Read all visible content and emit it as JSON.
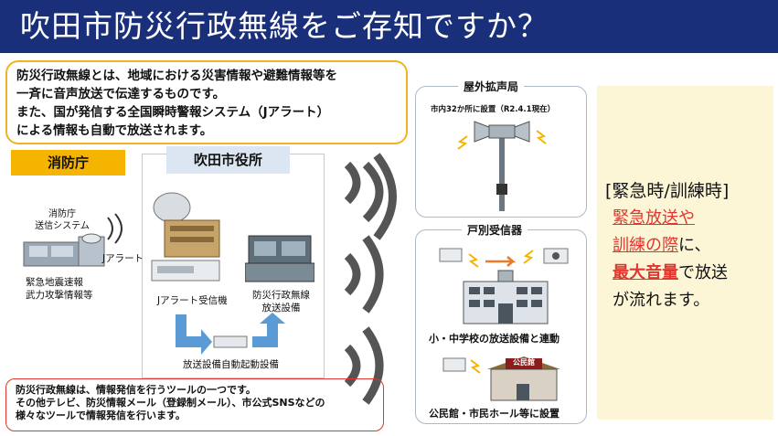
{
  "header": {
    "title": "吹田市防災行政無線をご存知ですか？"
  },
  "intro": {
    "line1": "防災行政無線とは、地域における災害情報や避難情報等を",
    "line2": "一斉に音声放送で伝達するものです。",
    "line3": "また、国が発信する全国瞬時警報システム（Jアラート）",
    "line4": "による情報も自動で放送されます。"
  },
  "fire_agency": {
    "label": "消防庁",
    "system_line1": "消防庁",
    "system_line2": "送信システム",
    "jalert": "Jアラート",
    "info_line1": "緊急地震速報",
    "info_line2": "武力攻撃情報等"
  },
  "city_office": {
    "label": "吹田市役所",
    "receiver": "Jアラート受信機",
    "equip_line1": "防災行政無線",
    "equip_line2": "放送設備",
    "auto_start": "放送設備自動起動設備"
  },
  "bottom_note": {
    "line1": "防災行政無線は、情報発信を行うツールの一つです。",
    "line2": "その他テレビ、防災情報メール（登録制メール）、市公式SNSなどの",
    "line3": "様々なツールで情報発信を行います。"
  },
  "outdoor": {
    "title": "屋外拡声局",
    "note": "市内32か所に設置（R2.4.1現在）"
  },
  "home": {
    "title": "戸別受信器",
    "school": "小・中学校の放送設備と連動",
    "hall_sign": "公民館",
    "hall": "公民館・市民ホール等に設置"
  },
  "emergency": {
    "line1": "[緊急時/訓練時]",
    "l2": "緊急放送や",
    "l3_red": "訓練の際",
    "l3_tail": "に、",
    "l4_red": "最大音量",
    "l4_tail": "で放送",
    "l5": "が流れます。"
  },
  "colors": {
    "header": "#1a2f7a",
    "accent_yellow": "#f5b400",
    "red": "#e0362f",
    "panel_bg": "#fdf6d6"
  }
}
